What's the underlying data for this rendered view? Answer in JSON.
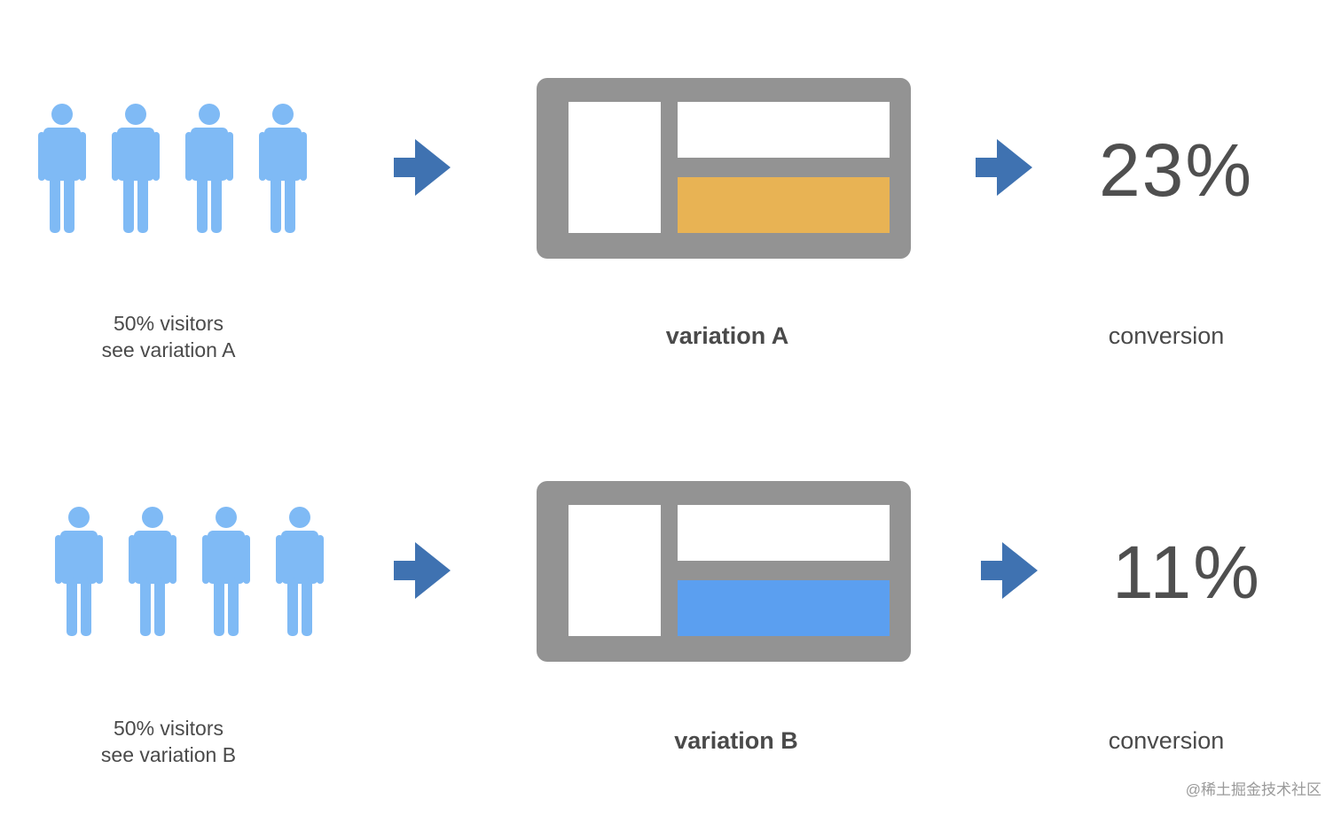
{
  "colors": {
    "person": "#7fbaf5",
    "arrow": "#3f72b1",
    "mock_frame": "#939393",
    "variation_a_bar": "#e8b354",
    "variation_b_bar": "#5b9ff0",
    "text": "#4a4a4a"
  },
  "icons": {
    "person": "person-icon",
    "arrow": "right-arrow-icon"
  },
  "rows": [
    {
      "visitors_line1": "50% visitors",
      "visitors_line2": "see variation A",
      "variation_label": "variation A",
      "conversion_value": "23%",
      "conversion_label": "conversion"
    },
    {
      "visitors_line1": "50% visitors",
      "visitors_line2": "see variation B",
      "variation_label": "variation B",
      "conversion_value": "11%",
      "conversion_label": "conversion"
    }
  ],
  "watermark": "@稀土掘金技术社区"
}
